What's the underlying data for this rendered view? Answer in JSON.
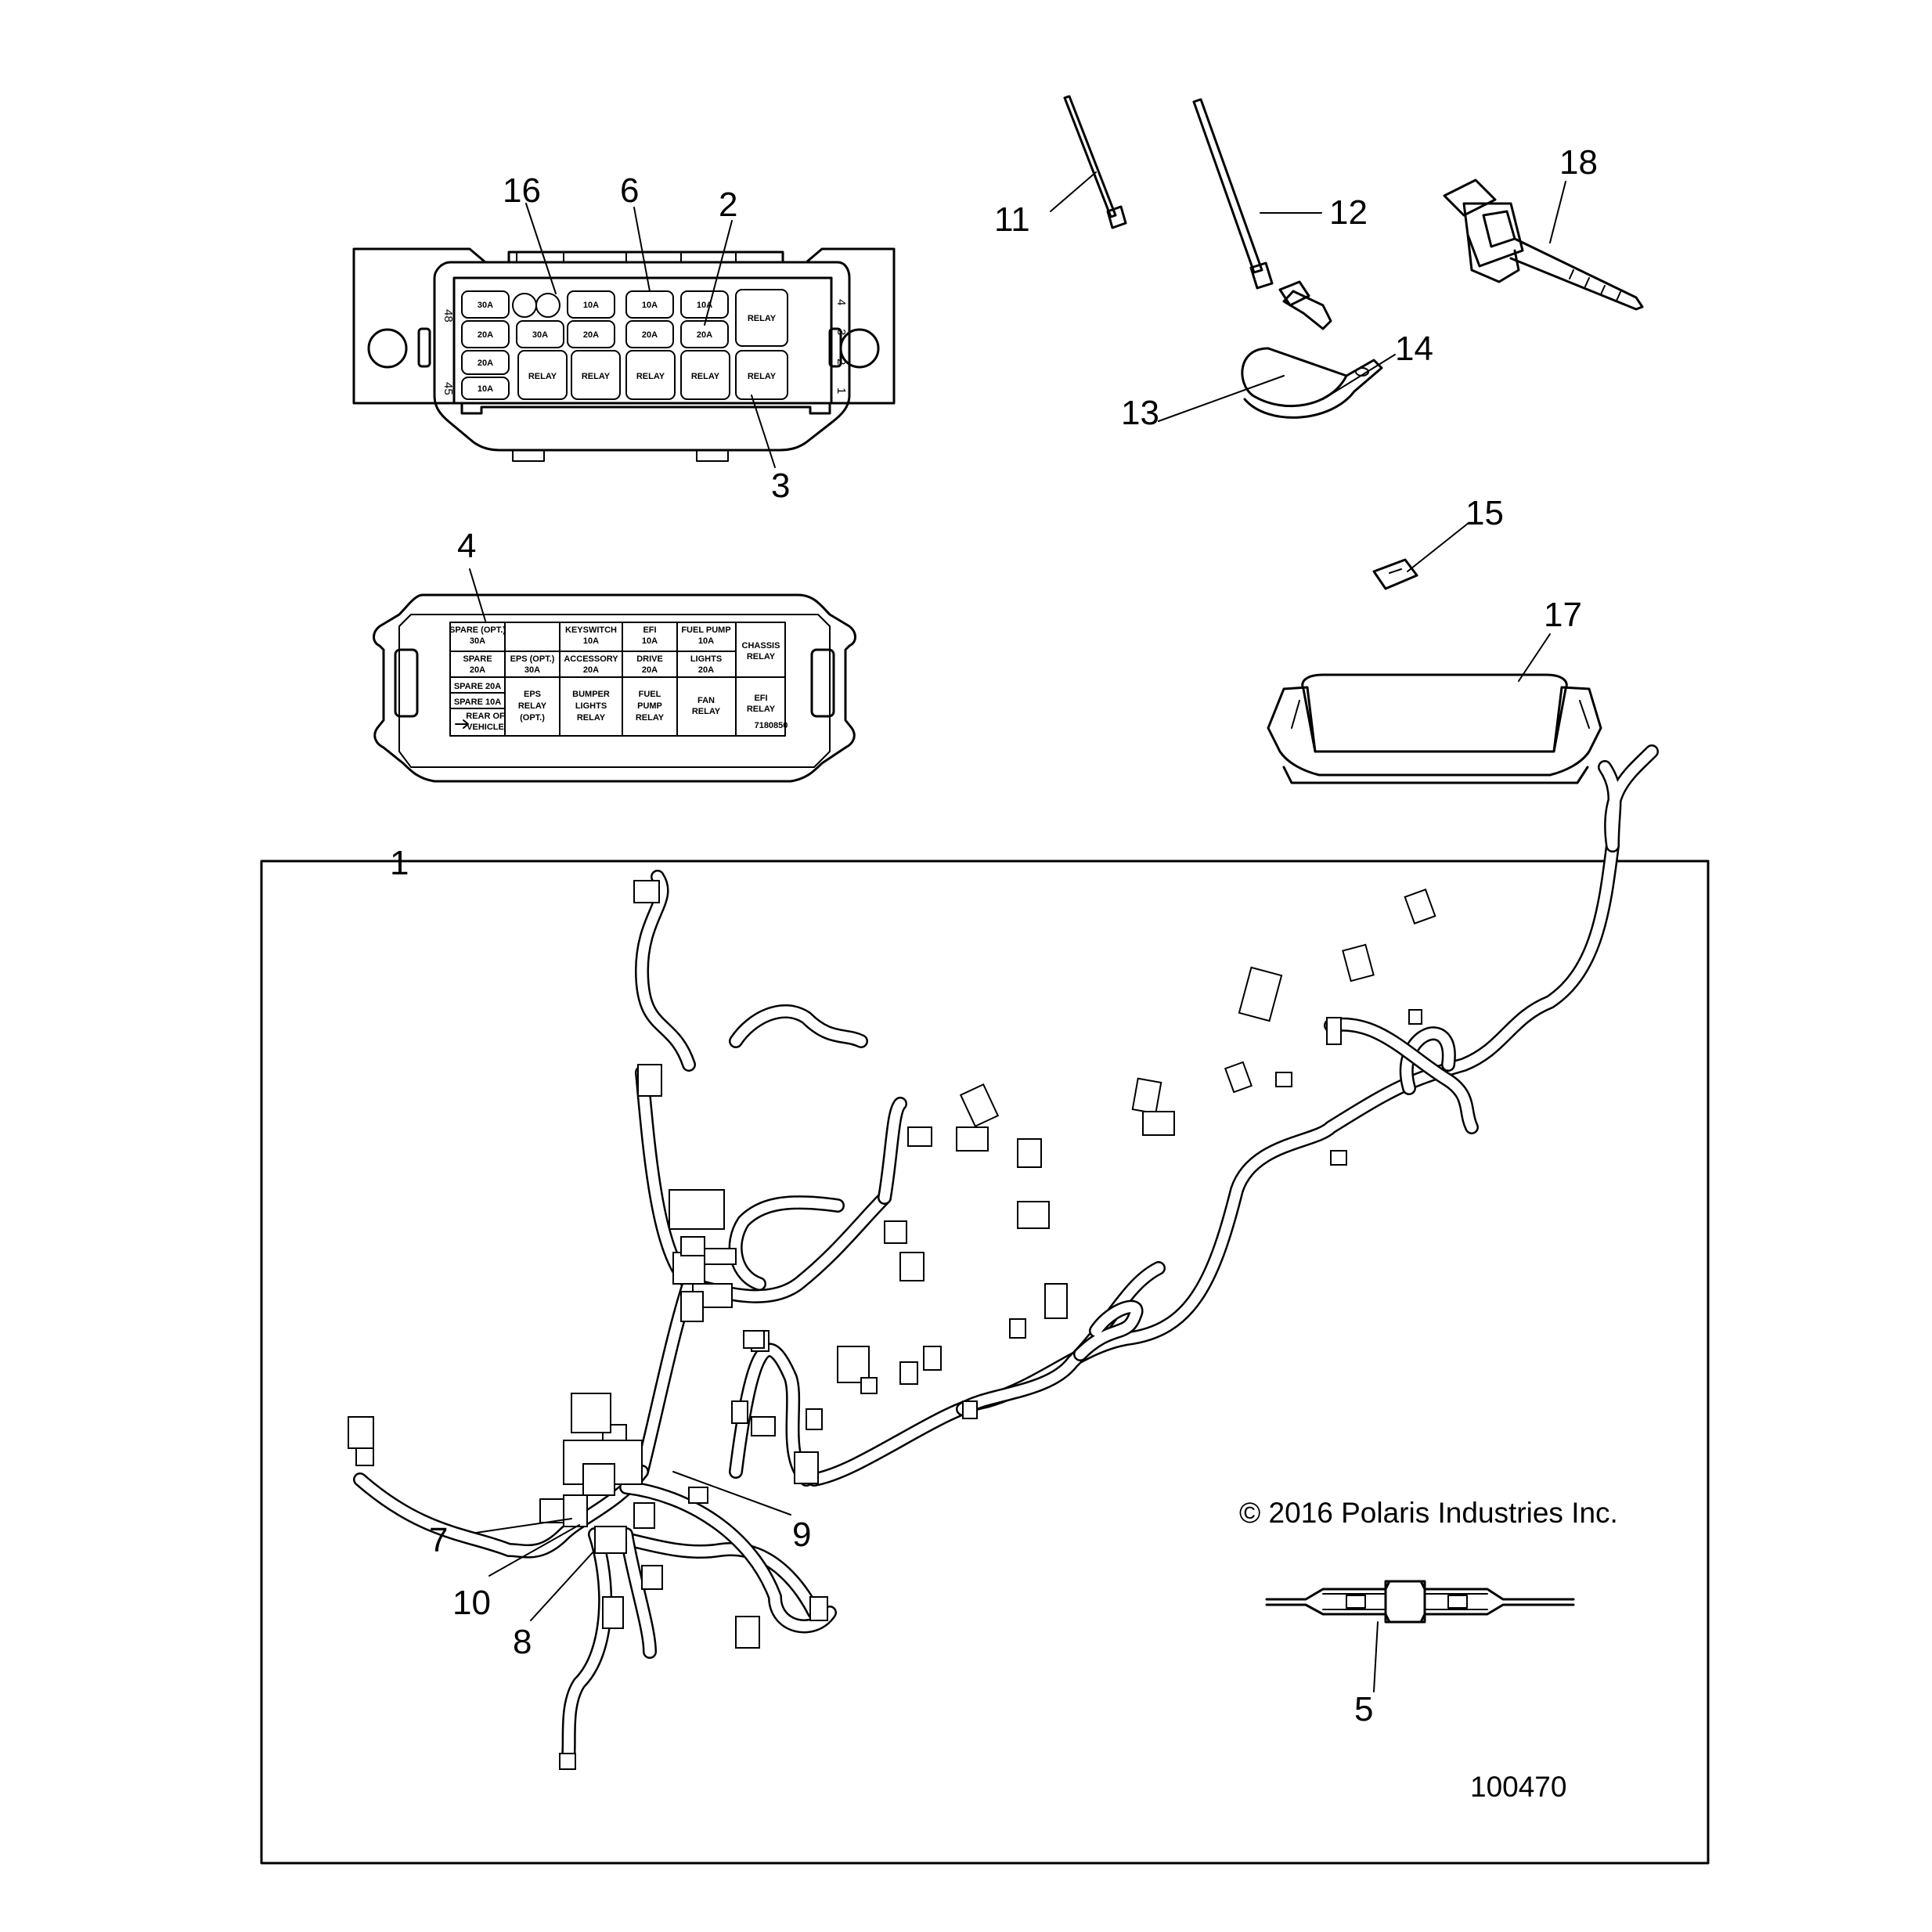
{
  "callouts": [
    "1",
    "2",
    "3",
    "4",
    "5",
    "6",
    "7",
    "8",
    "9",
    "10",
    "11",
    "12",
    "13",
    "14",
    "15",
    "16",
    "17",
    "18"
  ],
  "fuse_box": {
    "side_numbers": [
      "48",
      "45",
      "4",
      "3",
      "2",
      "1"
    ],
    "row1": [
      "30A",
      "",
      "10A",
      "10A",
      "10A",
      "RELAY"
    ],
    "row2": [
      "20A",
      "30A",
      "20A",
      "20A",
      "20A"
    ],
    "row3": [
      "20A",
      "RELAY",
      "RELAY",
      "RELAY",
      "RELAY",
      "RELAY"
    ],
    "row4": [
      "10A"
    ]
  },
  "fuse_label": {
    "cells": {
      "spare_opt_1": "SPARE (OPT.)",
      "spare_opt_2": "30A",
      "spare20_1": "SPARE",
      "spare20_2": "20A",
      "spare_20a": "SPARE 20A",
      "spare_10a": "SPARE 10A",
      "rear_1": "REAR OF",
      "rear_2": "VEHICLE",
      "eps_opt_1": "EPS (OPT.)",
      "eps_opt_2": "30A",
      "eps_relay_1": "EPS",
      "eps_relay_2": "RELAY",
      "eps_relay_3": "(OPT.)",
      "kswitch_1": "KEYSWITCH",
      "kswitch_2": "10A",
      "accessory_1": "ACCESSORY",
      "accessory_2": "20A",
      "bumper_1": "BUMPER",
      "bumper_2": "LIGHTS",
      "bumper_3": "RELAY",
      "efi_1": "EFI",
      "efi_2": "10A",
      "drive_1": "DRIVE",
      "drive_2": "20A",
      "fuelpump_relay_1": "FUEL",
      "fuelpump_relay_2": "PUMP",
      "fuelpump_relay_3": "RELAY",
      "fuelpump_1": "FUEL PUMP",
      "fuelpump_2": "10A",
      "lights_1": "LIGHTS",
      "lights_2": "20A",
      "fan_1": "FAN",
      "fan_2": "RELAY",
      "chassis_1": "CHASSIS",
      "chassis_2": "RELAY",
      "efi_relay_1": "EFI",
      "efi_relay_2": "RELAY",
      "part_no": "7180850"
    }
  },
  "copyright": "© 2016 Polaris Industries Inc.",
  "figure_id": "100470"
}
